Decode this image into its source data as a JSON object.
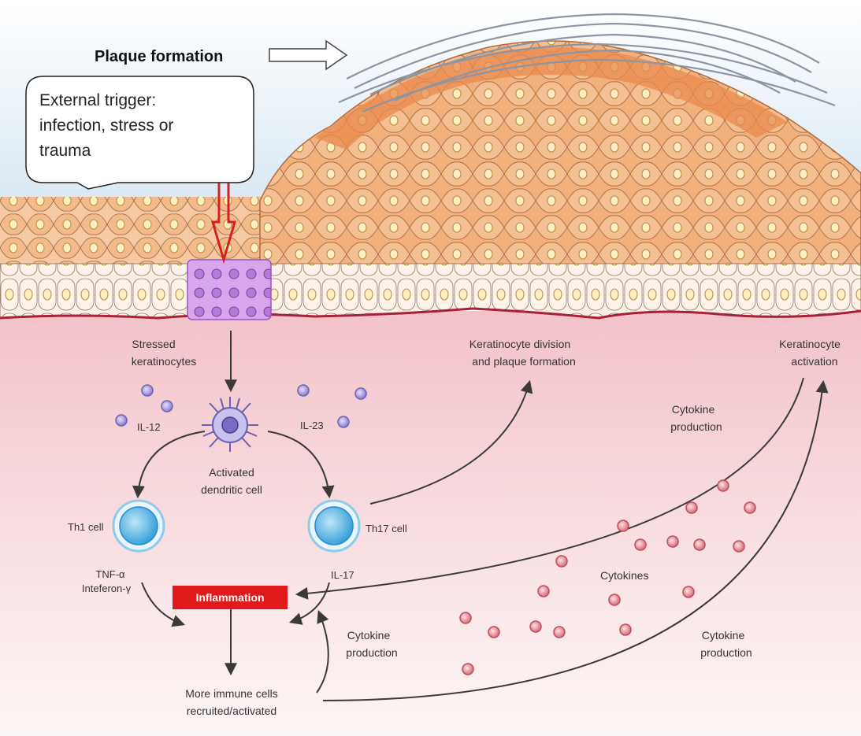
{
  "diagram": {
    "plaque_formation_title": "Plaque formation",
    "trigger_callout": {
      "lines": [
        "External trigger:",
        "infection, stress or",
        "trauma"
      ]
    },
    "labels": {
      "stressed_keratinocytes": [
        "Stressed",
        "keratinocytes"
      ],
      "keratinocyte_division": [
        "Keratinocyte division",
        "and plaque formation"
      ],
      "keratinocyte_activation": [
        "Keratinocyte",
        "activation"
      ],
      "il12": "IL-12",
      "il23": "IL-23",
      "activated_dendritic_cell": [
        "Activated",
        "dendritic cell"
      ],
      "cytokine_production_top": [
        "Cytokine",
        "production"
      ],
      "th1_cell": "Th1 cell",
      "th17_cell": "Th17 cell",
      "tnf_interferon": [
        "TNF-α",
        "Inteferon-γ"
      ],
      "il17": "IL-17",
      "inflammation": "Inflammation",
      "cytokines": "Cytokines",
      "cytokine_production_middle": [
        "Cytokine",
        "production"
      ],
      "cytokine_production_bottom": [
        "Cytokine",
        "production"
      ],
      "more_immune_cells": [
        "More immune cells",
        "recruited/activated"
      ]
    },
    "colors": {
      "skin_top": "#f2b88a",
      "skin_dark": "#e8844a",
      "basal": "#fbeee2",
      "dermis_top": "#f4c9cf",
      "dermis_bottom": "#fdf4f4",
      "trigger_arrow": "#d42020",
      "stressed_cells": "#c98ee0",
      "il_particles": "#9c8fd8",
      "cytokine_particles": "#e5828f",
      "t_cell": "#4fb2e3",
      "inflammation_box": "#e01a1a"
    }
  }
}
